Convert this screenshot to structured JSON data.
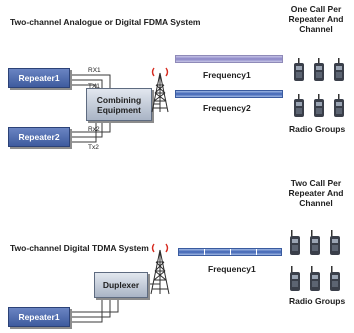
{
  "fdma": {
    "title": "Two-channel Analogue or Digital FDMA System",
    "caption": "One Call Per Repeater And Channel",
    "repeater1": "Repeater1",
    "repeater2": "Repeater2",
    "equipment": "Combining Equipment",
    "ports": [
      "RX1",
      "TX1",
      "Rx2",
      "Tx2"
    ],
    "frequency1": "Frequency1",
    "frequency2": "Frequency2",
    "groups": "Radio Groups"
  },
  "tdma": {
    "title": "Two-channel Digital TDMA System",
    "caption": "Two Call Per Repeater And Channel",
    "repeater1": "Repeater1",
    "equipment": "Duplexer",
    "frequency1": "Frequency1",
    "groups": "Radio Groups"
  },
  "colors": {
    "repeater": "#4a67aa",
    "equipment": "#c4ccd9",
    "frequency_purple": "#8a85c6",
    "frequency_blue": "#3d62b3",
    "radio": "#3a3f4a"
  }
}
